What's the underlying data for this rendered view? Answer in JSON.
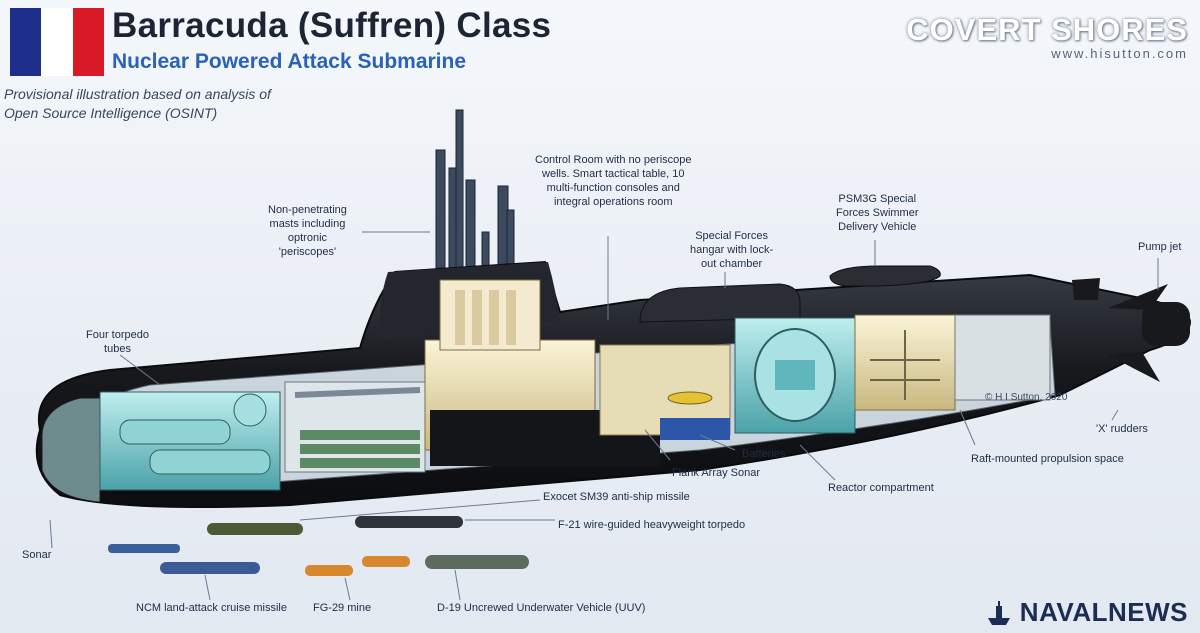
{
  "header": {
    "title": "Barracuda (Suffren) Class",
    "subtitle": "Nuclear Powered Attack Submarine",
    "note_line1": "Provisional illustration based on analysis of",
    "note_line2": "Open Source Intelligence (OSINT)"
  },
  "brand": {
    "name": "COVERT SHORES",
    "url": "www.hisutton.com"
  },
  "labels": {
    "masts": [
      "Non-penetrating",
      "masts including",
      "optronic",
      "'periscopes'"
    ],
    "control_room": [
      "Control Room with no periscope",
      "wells. Smart tactical table, 10",
      "multi-function consoles and",
      "integral operations room"
    ],
    "psm3g": [
      "PSM3G Special",
      "Forces Swimmer",
      "Delivery Vehicle"
    ],
    "sf_hangar": [
      "Special Forces",
      "hangar with lock-",
      "out chamber"
    ],
    "pump_jet": "Pump jet",
    "torpedo_tubes": [
      "Four torpedo",
      "tubes"
    ],
    "copyright": "© H I Sutton, 2020",
    "x_rudders": "'X' rudders",
    "batteries": "Batteries",
    "flank_array": "Flank Array Sonar",
    "raft": "Raft-mounted propulsion space",
    "reactor": "Reactor compartment",
    "exocet": "Exocet SM39 anti-ship missile",
    "f21": "F-21 wire-guided heavyweight torpedo",
    "sonar": "Sonar",
    "ncm": "NCM land-attack cruise missile",
    "fg29": "FG-29 mine",
    "d19": "D-19 Uncrewed Underwater Vehicle (UUV)"
  },
  "footer": {
    "naval_news": "NAVALNEWS"
  },
  "colors": {
    "flag_blue": "#1d2f8a",
    "flag_white": "#ffffff",
    "flag_red": "#d71a26",
    "hull": "#1b1d22",
    "interior_teal": "#7fd0d2",
    "interior_cream": "#ede2b3",
    "accent_blue": "#2a62b8"
  },
  "icons": [
    "flag-france-icon",
    "naval-news-ship-icon"
  ]
}
